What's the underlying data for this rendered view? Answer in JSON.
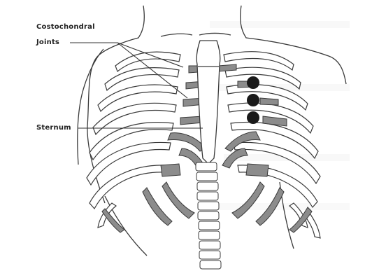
{
  "labels": {
    "costochondral_line1": "Costochondral",
    "costochondral_line2": "Joints",
    "sternum": "Sternum"
  },
  "markers": {
    "count": 3,
    "color": "#1a1a1a"
  },
  "colors": {
    "cartilage_fill": "#8c8c8c",
    "outline": "#3a3a3a",
    "background": "#ffffff"
  }
}
